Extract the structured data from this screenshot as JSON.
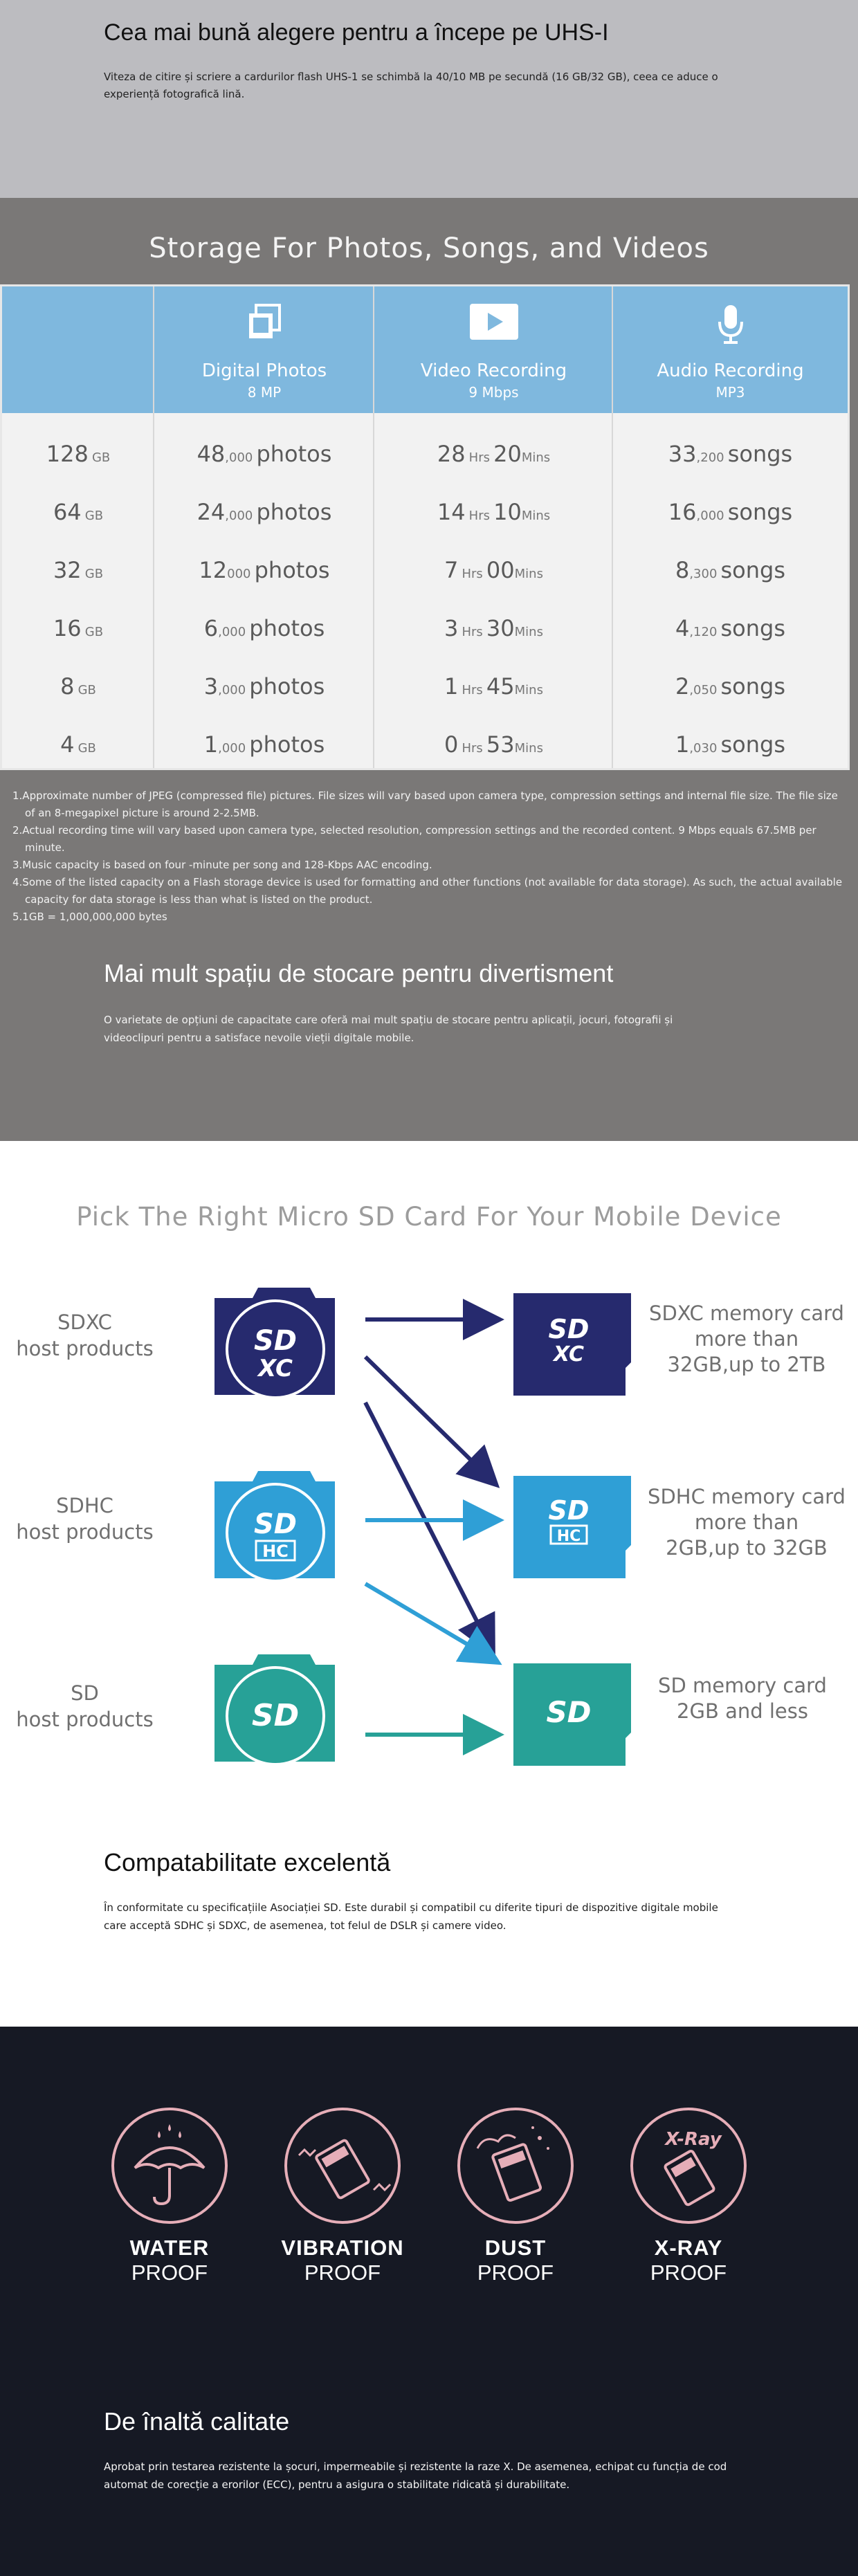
{
  "section1": {
    "title": "Cea mai bună alegere pentru a începe pe UHS-I",
    "text": "Viteza de citire și scriere a cardurilor flash UHS-1 se schimbă la 40/10 MB pe secundă (16 GB/32 GB), ceea ce aduce o experiență fotografică lină."
  },
  "storage": {
    "title": "Storage For Photos, Songs, and Videos",
    "headers": [
      {
        "name": "Digital Photos",
        "sub": "8 MP",
        "icon": "photos-icon"
      },
      {
        "name": "Video Recording",
        "sub": "9 Mbps",
        "icon": "video-play-icon"
      },
      {
        "name": "Audio Recording",
        "sub": "MP3",
        "icon": "microphone-icon"
      }
    ],
    "rows": [
      {
        "cap": "128",
        "capU": "GB",
        "ph": "48",
        "phS": ",000",
        "phW": "photos",
        "vh": "28",
        "vhU": "Hrs",
        "vm": "20",
        "vmU": "Mins",
        "sg": "33",
        "sgS": ",200",
        "sgW": "songs"
      },
      {
        "cap": "64",
        "capU": "GB",
        "ph": "24",
        "phS": ",000",
        "phW": "photos",
        "vh": "14",
        "vhU": "Hrs",
        "vm": "10",
        "vmU": "Mins",
        "sg": "16",
        "sgS": ",000",
        "sgW": "songs"
      },
      {
        "cap": "32",
        "capU": "GB",
        "ph": "12",
        "phS": "000",
        "phW": "photos",
        "vh": "7",
        "vhU": "Hrs",
        "vm": "00",
        "vmU": "Mins",
        "sg": "8",
        "sgS": ",300",
        "sgW": "songs"
      },
      {
        "cap": "16",
        "capU": "GB",
        "ph": "6",
        "phS": ",000",
        "phW": "photos",
        "vh": "3",
        "vhU": "Hrs",
        "vm": "30",
        "vmU": "Mins",
        "sg": "4",
        "sgS": ",120",
        "sgW": "songs"
      },
      {
        "cap": "8",
        "capU": "GB",
        "ph": "3",
        "phS": ",000",
        "phW": "photos",
        "vh": "1",
        "vhU": "Hrs",
        "vm": "45",
        "vmU": "Mins",
        "sg": "2",
        "sgS": ",050",
        "sgW": "songs"
      },
      {
        "cap": "4",
        "capU": "GB",
        "ph": "1",
        "phS": ",000",
        "phW": "photos",
        "vh": "0",
        "vhU": "Hrs",
        "vm": "53",
        "vmU": "Mins",
        "sg": "1",
        "sgS": ",030",
        "sgW": "songs"
      }
    ],
    "footnotes": [
      "1.Approximate number of JPEG (compressed file) pictures.  File sizes will vary based upon camera type, compression settings and internal file size. The file size of an 8-megapixel picture is around 2-2.5MB.",
      "2.Actual recording time will vary based upon camera type, selected resolution, compression settings and the recorded content. 9 Mbps equals 67.5MB per minute.",
      "3.Music capacity is based on four -minute per song and 128-Kbps AAC  encoding.",
      "4.Some of the listed capacity on a Flash storage device is used for formatting and other functions (not available for data storage). As such, the actual available capacity for data storage is less than what is listed on the product.",
      "5.1GB = 1,000,000,000 bytes"
    ]
  },
  "section2": {
    "title": "Mai mult spațiu de stocare pentru divertisment",
    "text": "O varietate de opțiuni de capacitate care oferă mai mult spațiu de stocare pentru aplicații, jocuri, fotografii și videoclipuri pentru a satisface nevoile vieții digitale mobile."
  },
  "compat": {
    "title": "Pick The Right Micro SD Card For Your Mobile Device",
    "hosts": [
      {
        "l1": "SDXC",
        "l2": "host products",
        "logo": "SD",
        "logoSub": "XC"
      },
      {
        "l1": "SDHC",
        "l2": "host products",
        "logo": "SD",
        "logoSub": "HC"
      },
      {
        "l1": "SD",
        "l2": "host products",
        "logo": "SD",
        "logoSub": ""
      }
    ],
    "cards": [
      {
        "l1": "SDXC memory card",
        "l2": "more than",
        "l3": "32GB,up to 2TB"
      },
      {
        "l1": "SDHC memory card",
        "l2": "more than",
        "l3": "2GB,up to 32GB"
      },
      {
        "l1": "SD memory card",
        "l2": "2GB and less",
        "l3": ""
      }
    ],
    "colors": {
      "sdxc": "#262a6e",
      "sdhc": "#2f9fd6",
      "sd": "#27a197"
    }
  },
  "section3": {
    "title": "Compatabilitate excelentă",
    "text": "În conformitate cu specificațiile Asociației SD. Este durabil și compatibil cu diferite tipuri de dispozitive digitale mobile care acceptă SDHC și SDXC, de asemenea, tot felul de DSLR și camere video."
  },
  "proof": {
    "items": [
      {
        "a": "WATER",
        "b": "PROOF",
        "icon": "umbrella-icon"
      },
      {
        "a": "VIBRATION",
        "b": "PROOF",
        "icon": "vibrating-card-icon"
      },
      {
        "a": "DUST",
        "b": "PROOF",
        "icon": "dust-card-icon"
      },
      {
        "a": "X-RAY",
        "b": "PROOF",
        "icon": "xray-card-icon",
        "iconText": "X-Ray"
      }
    ],
    "accent": "#e6aeb8"
  },
  "section4": {
    "title": "De înaltă calitate",
    "text": "Aprobat prin testarea rezistente la șocuri, impermeabile și rezistente la raze X. De asemenea, echipat cu funcția de cod automat de corecție a erorilor (ECC), pentru a asigura o stabilitate ridicată și durabilitate."
  }
}
